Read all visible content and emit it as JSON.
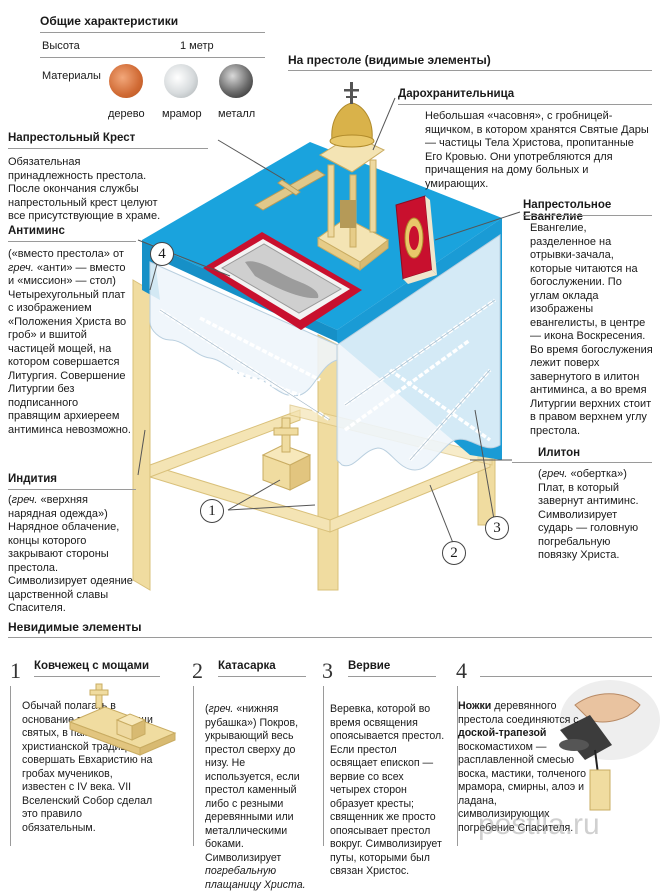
{
  "general": {
    "title": "Общие характеристики",
    "height_label": "Высота",
    "height_value": "1 метр",
    "materials_label": "Материалы",
    "materials": [
      "дерево",
      "мрамор",
      "металл"
    ]
  },
  "on_altar": {
    "title": "На престоле (видимые элементы)"
  },
  "tabernacle": {
    "title": "Дарохранительница",
    "text": "Небольшая «часовня», с гробницей-ящичком, в котором хранятся Святые Дары — частицы Тела Христова, пропитанные Его Кровью. Они употребляются для причащения на дому больных и умирающих."
  },
  "cross": {
    "title": "Напрестольный Крест",
    "text": "Обязательная принадлежность престола. После окончания службы напрестольный крест целуют все присутствующие в храме."
  },
  "gospel": {
    "title": "Напрестольное Евангелие",
    "text": "Евангелие, разделенное на отрывки-зачала, которые читаются на богослужении. По углам оклада изображены евангелисты, в центре — икона Воскресения. Во время богослужения лежит поверх завернутого в илитон антиминса, а во время Литургии верхних стоит в правом верхнем углу престола."
  },
  "antimins": {
    "title": "Антиминс",
    "text_a": "(«вместо престола» от ",
    "text_a_it": "греч.",
    "text_b": " «анти» — вместо и «миссион» — стол) Четырехугольный плат с изображением «Положения Христа во гроб» и вшитой частицей мощей, на котором совершается Литургия. Совершение Литургии без подписанного правящим архиереем антиминса невозможно."
  },
  "iliton": {
    "title": "Илитон",
    "text_a": "(",
    "text_a_it": "греч.",
    "text_b": " «обертка») Плат, в который завернут антиминс. Символизирует сударь — головную погребальную повязку Христа."
  },
  "inditia": {
    "title": "Индития",
    "text_a": "(",
    "text_a_it": "греч.",
    "text_b": " «верхняя нарядная одежда») Нарядное облачение, концы которого закрывают стороны престола. Символизирует одеяние царственной славы Спасителя."
  },
  "callouts": [
    "4",
    "1",
    "3",
    "2"
  ],
  "invisible": {
    "title": "Невидимые элементы",
    "items": [
      {
        "num": "1",
        "title": "Ковчежец с мощами",
        "text": "Обычай полагать в основание престола мощи святых, в память о ранне­христианской традиции совершать Евхаристию на гробах мучеников, известен с IV века. VII Вселенский Собор сделал это правило обязательным."
      },
      {
        "num": "2",
        "title": "Катасарка",
        "text_a_it": "греч.",
        "text_a": "(",
        "text_b": " «нижняя рубашка») Покров, укрывающий весь престол сверху до низу. Не используется, если престол каменный либо с резными деревянными или металлическими боками. Символизирует ",
        "text_c_it": "погребальную плащаницу Христа.",
        "text_d": ""
      },
      {
        "num": "3",
        "title": "Вервие",
        "text": "Веревка, которой во время освящения опоясывается престол. Если престол освящает епископ — вервие со всех четырех сторон образует кресты; священник же просто опоясывает престол вокруг. Символизирует путы, которыми был связан Христос."
      },
      {
        "num": "4",
        "title_bold": "Ножки",
        "text_a": " деревянного престола соединяются с ",
        "text_bold": "доской-трапезой",
        "text_b": " воскомастихом — расплавленной смесью воска, мастики, толченого мрамора, смирны, алоэ и ладана, символизирующих погребение Спасителя."
      }
    ]
  },
  "watermark": "postila.ru",
  "colors": {
    "cloth_blue": "#1aa3dd",
    "wood": "#f0dca0",
    "antimins_red": "#c8102e",
    "gold": "#d9b24a",
    "rule_gray": "#9a9a9a"
  }
}
